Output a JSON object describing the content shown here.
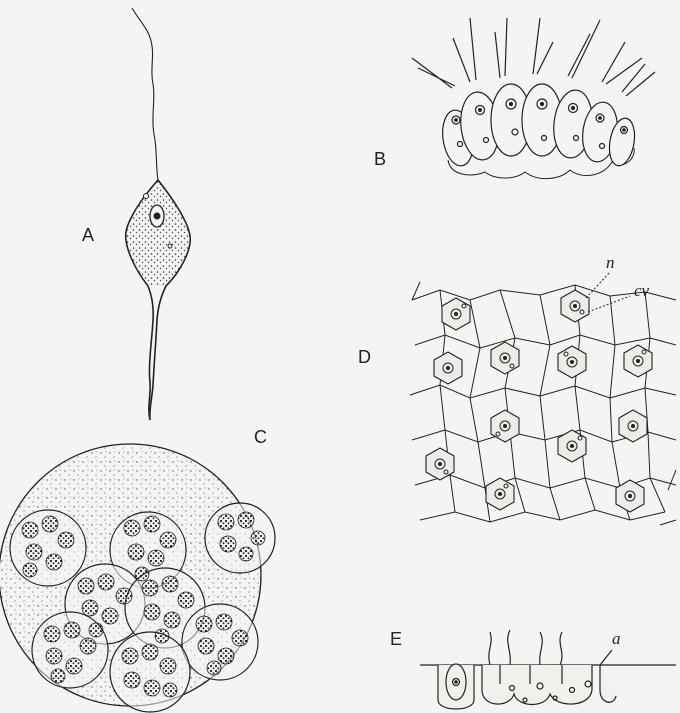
{
  "figure": {
    "labels": {
      "a": "A",
      "b": "B",
      "c": "C",
      "d": "D",
      "e": "E",
      "n": "n",
      "cv": "cv",
      "a_small": "a"
    }
  },
  "colors": {
    "background": "#f4f4f2",
    "ink": "#222222"
  }
}
